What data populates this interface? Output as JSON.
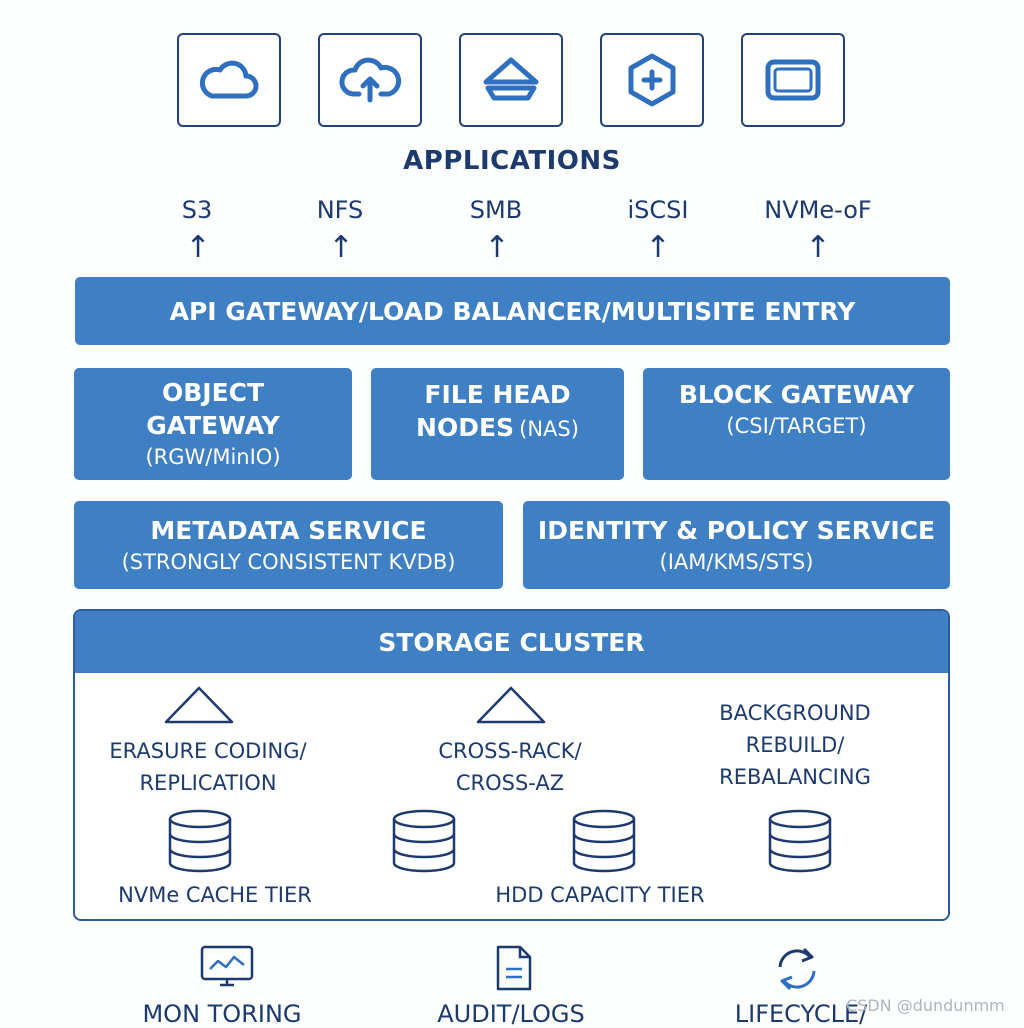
{
  "applications": {
    "title": "APPLICATIONS",
    "icons": [
      "cloud-icon",
      "cloud-upload-icon",
      "storage-tray-icon",
      "shield-plus-icon",
      "display-icon"
    ],
    "protocols": [
      "S3",
      "NFS",
      "SMB",
      "iSCSI",
      "NVMe-oF"
    ]
  },
  "gateway": {
    "label": "API GATEWAY/LOAD BALANCER/MULTISITE ENTRY"
  },
  "access_layer": {
    "object": {
      "line1": "OBJECT",
      "line2": "GATEWAY",
      "sub": "(RGW/MinIO)"
    },
    "file": {
      "line1": "FILE HEAD",
      "line2": "NODES",
      "sub": "(NAS)"
    },
    "block": {
      "line1": "BLOCK GATEWAY",
      "sub": "(CSI/TARGET)"
    }
  },
  "services": {
    "metadata": {
      "title": "METADATA SERVICE",
      "sub": "(STRONGLY CONSISTENT KVDB)"
    },
    "identity": {
      "title": "IDENTITY & POLICY SERVICE",
      "sub": "(IAM/KMS/STS)"
    }
  },
  "storage_cluster": {
    "title": "STORAGE CLUSTER",
    "erasure": {
      "line1": "ERASURE CODING/",
      "line2": "REPLICATION"
    },
    "cross": {
      "line1": "CROSS-RACK/",
      "line2": "CROSS-AZ"
    },
    "rebuild": {
      "line1": "BACKGROUND",
      "line2": "REBUILD/",
      "line3": "REBALANCING"
    },
    "nvme_tier": "NVMe CACHE TIER",
    "hdd_tier": "HDD CAPACITY TIER"
  },
  "bottom": {
    "monitoring": "MON TORING",
    "audit": "AUDIT/LOGS",
    "lifecycle": "LIFECYCLE/"
  },
  "watermark": "CSDN @dundunmm",
  "colors": {
    "box_blue": "#3f7fc4",
    "navy": "#1d3a6e",
    "icon_blue": "#2f6fc0"
  }
}
